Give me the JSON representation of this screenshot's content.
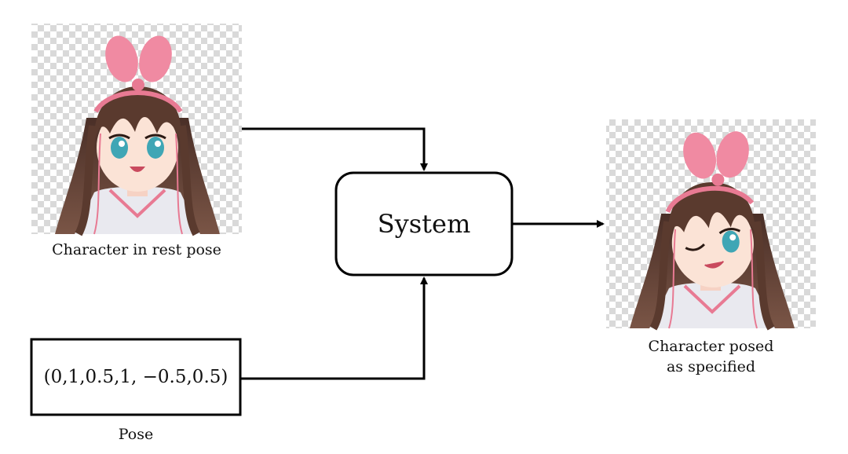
{
  "nodes": {
    "input_image_label": "Character in rest pose",
    "system_label": "System",
    "pose_vector": "(0,1,0.5,1, −0.5,0.5)",
    "pose_label": "Pose",
    "output_label_line1": "Character posed",
    "output_label_line2": "as specified"
  },
  "colors": {
    "line": "#000000",
    "hair": "#5a3a2e",
    "ribbon": "#e87a93",
    "skin": "#fbe3d6",
    "eye": "#3fa6b5",
    "uniform": "#e9e9ef",
    "checker_light": "#ffffff",
    "checker_dark": "#d9d9d9"
  },
  "icons": [
    "character-rest-illustration",
    "character-wink-illustration"
  ]
}
